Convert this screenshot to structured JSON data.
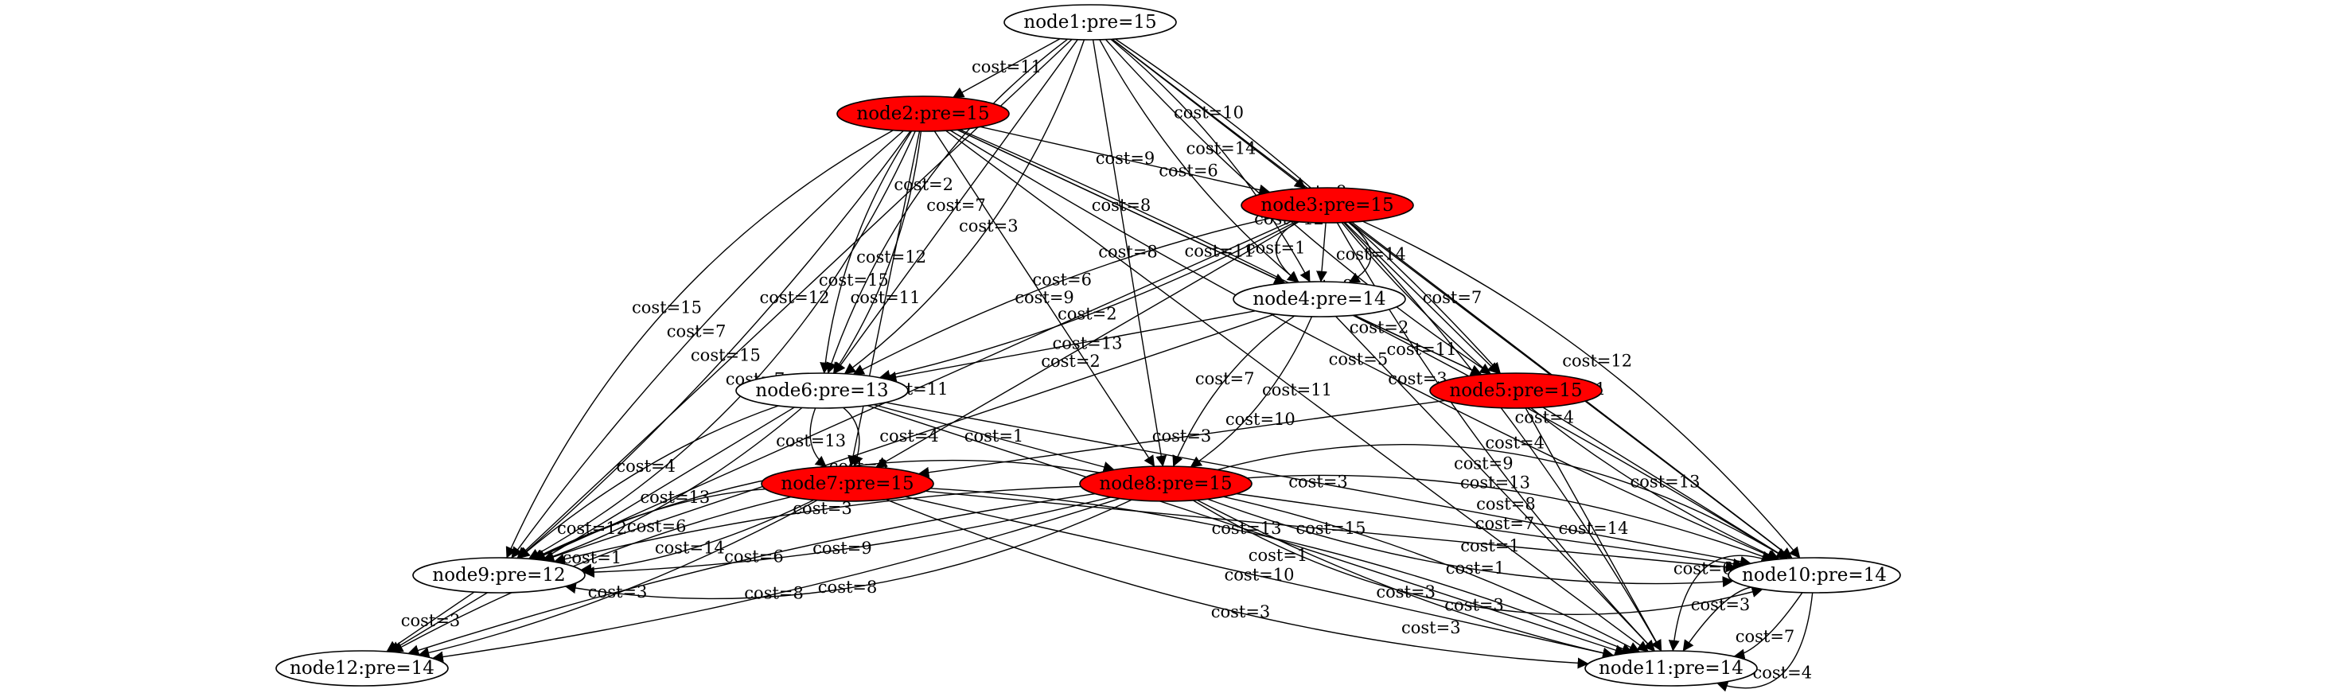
{
  "colors": {
    "highlight": "#ff0000",
    "normal": "#ffffff",
    "stroke": "#000000",
    "background": "#ffffff"
  },
  "nodes": [
    {
      "id": "node1",
      "label": "node1:pre=15",
      "highlighted": false
    },
    {
      "id": "node2",
      "label": "node2:pre=15",
      "highlighted": true
    },
    {
      "id": "node3",
      "label": "node3:pre=15",
      "highlighted": true
    },
    {
      "id": "node4",
      "label": "node4:pre=14",
      "highlighted": false
    },
    {
      "id": "node5",
      "label": "node5:pre=15",
      "highlighted": true
    },
    {
      "id": "node6",
      "label": "node6:pre=13",
      "highlighted": false
    },
    {
      "id": "node7",
      "label": "node7:pre=15",
      "highlighted": true
    },
    {
      "id": "node8",
      "label": "node8:pre=15",
      "highlighted": true
    },
    {
      "id": "node9",
      "label": "node9:pre=12",
      "highlighted": false
    },
    {
      "id": "node10",
      "label": "node10:pre=14",
      "highlighted": false
    },
    {
      "id": "node11",
      "label": "node11:pre=14",
      "highlighted": false
    },
    {
      "id": "node12",
      "label": "node12:pre=14",
      "highlighted": false
    }
  ],
  "edges": [
    {
      "from": "node1",
      "to": "node2",
      "label": "cost=11"
    },
    {
      "from": "node1",
      "to": "node3",
      "label": "cost=10"
    },
    {
      "from": "node1",
      "to": "node4",
      "label": "cost=14"
    },
    {
      "from": "node1",
      "to": "node4",
      "label": "cost=6"
    },
    {
      "from": "node1",
      "to": "node6",
      "label": "cost=3"
    },
    {
      "from": "node1",
      "to": "node6",
      "label": "cost=7"
    },
    {
      "from": "node1",
      "to": "node6",
      "label": "cost=2"
    },
    {
      "from": "node1",
      "to": "node9",
      "label": "cost=12"
    },
    {
      "from": "node1",
      "to": "node5",
      "label": "cost=8"
    },
    {
      "from": "node1",
      "to": "node5",
      "label": "cost=12"
    },
    {
      "from": "node1",
      "to": "node8",
      "label": "cost=8"
    },
    {
      "from": "node1",
      "to": "node10",
      "label": "cost=7"
    },
    {
      "from": "node2",
      "to": "node3",
      "label": "cost=9"
    },
    {
      "from": "node2",
      "to": "node4",
      "label": "cost=8"
    },
    {
      "from": "node2",
      "to": "node5",
      "label": "cost=11"
    },
    {
      "from": "node2",
      "to": "node6",
      "label": "cost=12"
    },
    {
      "from": "node2",
      "to": "node6",
      "label": "cost=15"
    },
    {
      "from": "node2",
      "to": "node7",
      "label": "cost=11"
    },
    {
      "from": "node2",
      "to": "node8",
      "label": "cost=9"
    },
    {
      "from": "node2",
      "to": "node9",
      "label": "cost=7"
    },
    {
      "from": "node2",
      "to": "node9",
      "label": "cost=15"
    },
    {
      "from": "node2",
      "to": "node9",
      "label": "cost=7"
    },
    {
      "from": "node2",
      "to": "node9",
      "label": "cost=15"
    },
    {
      "from": "node2",
      "to": "node10",
      "label": "cost=2"
    },
    {
      "from": "node2",
      "to": "node10",
      "label": "cost=5"
    },
    {
      "from": "node2",
      "to": "node11",
      "label": "cost=11"
    },
    {
      "from": "node3",
      "to": "node4",
      "label": "cost=14"
    },
    {
      "from": "node3",
      "to": "node4",
      "label": "cost=8"
    },
    {
      "from": "node3",
      "to": "node4",
      "label": "cost=1"
    },
    {
      "from": "node3",
      "to": "node5",
      "label": "cost=11"
    },
    {
      "from": "node3",
      "to": "node6",
      "label": "cost=2"
    },
    {
      "from": "node3",
      "to": "node6",
      "label": "cost=6"
    },
    {
      "from": "node3",
      "to": "node7",
      "label": "cost=13"
    },
    {
      "from": "node3",
      "to": "node9",
      "label": "cost=11"
    },
    {
      "from": "node3",
      "to": "node10",
      "label": "cost=12"
    },
    {
      "from": "node3",
      "to": "node10",
      "label": "cost=11"
    },
    {
      "from": "node3",
      "to": "node10",
      "label": "cost=4"
    },
    {
      "from": "node3",
      "to": "node11",
      "label": "cost=4"
    },
    {
      "from": "node3",
      "to": "node11",
      "label": "cost=9"
    },
    {
      "from": "node4",
      "to": "node5",
      "label": "cost=3"
    },
    {
      "from": "node4",
      "to": "node6",
      "label": "cost=2"
    },
    {
      "from": "node4",
      "to": "node8",
      "label": "cost=10"
    },
    {
      "from": "node4",
      "to": "node8",
      "label": "cost=7"
    },
    {
      "from": "node4",
      "to": "node9",
      "label": "cost=4"
    },
    {
      "from": "node4",
      "to": "node11",
      "label": "cost=13"
    },
    {
      "from": "node5",
      "to": "node7",
      "label": "cost=3"
    },
    {
      "from": "node5",
      "to": "node10",
      "label": "cost=13"
    },
    {
      "from": "node5",
      "to": "node11",
      "label": "cost=14"
    },
    {
      "from": "node6",
      "to": "node7",
      "label": "cost=3"
    },
    {
      "from": "node6",
      "to": "node7",
      "label": "cost=13"
    },
    {
      "from": "node6",
      "to": "node8",
      "label": "cost=1"
    },
    {
      "from": "node6",
      "to": "node9",
      "label": "cost=13"
    },
    {
      "from": "node6",
      "to": "node9",
      "label": "cost=4"
    },
    {
      "from": "node6",
      "to": "node10",
      "label": "cost=3"
    },
    {
      "from": "node6",
      "to": "node11",
      "label": "cost=13"
    },
    {
      "from": "node6",
      "to": "node12",
      "label": "cost=12"
    },
    {
      "from": "node7",
      "to": "node9",
      "label": "cost=14"
    },
    {
      "from": "node7",
      "to": "node9",
      "label": "cost=6"
    },
    {
      "from": "node7",
      "to": "node10",
      "label": "cost=15"
    },
    {
      "from": "node7",
      "to": "node11",
      "label": "cost=1"
    },
    {
      "from": "node7",
      "to": "node11",
      "label": "cost=10"
    },
    {
      "from": "node7",
      "to": "node11",
      "label": "cost=3"
    },
    {
      "from": "node7",
      "to": "node12",
      "label": "cost=3"
    },
    {
      "from": "node7",
      "to": "node12",
      "label": "cost=1"
    },
    {
      "from": "node8",
      "to": "node9",
      "label": "cost=8"
    },
    {
      "from": "node8",
      "to": "node9",
      "label": "cost=9"
    },
    {
      "from": "node8",
      "to": "node9",
      "label": "cost=3"
    },
    {
      "from": "node8",
      "to": "node9",
      "label": "cost=12"
    },
    {
      "from": "node8",
      "to": "node10",
      "label": "cost=8"
    },
    {
      "from": "node8",
      "to": "node10",
      "label": "cost=7"
    },
    {
      "from": "node8",
      "to": "node10",
      "label": "cost=1"
    },
    {
      "from": "node8",
      "to": "node10",
      "label": "cost=1"
    },
    {
      "from": "node8",
      "to": "node10",
      "label": "cost=3"
    },
    {
      "from": "node8",
      "to": "node11",
      "label": "cost=3"
    },
    {
      "from": "node8",
      "to": "node11",
      "label": "cost=3"
    },
    {
      "from": "node8",
      "to": "node12",
      "label": "cost=8"
    },
    {
      "from": "node8",
      "to": "node12",
      "label": "cost=6"
    },
    {
      "from": "node9",
      "to": "node12",
      "label": "cost=3"
    },
    {
      "from": "node10",
      "to": "node11",
      "label": "cost=4"
    },
    {
      "from": "node10",
      "to": "node11",
      "label": "cost=7"
    },
    {
      "from": "node10",
      "to": "node11",
      "label": "cost=3"
    },
    {
      "from": "node10",
      "to": "node11",
      "label": "cost=6"
    }
  ]
}
